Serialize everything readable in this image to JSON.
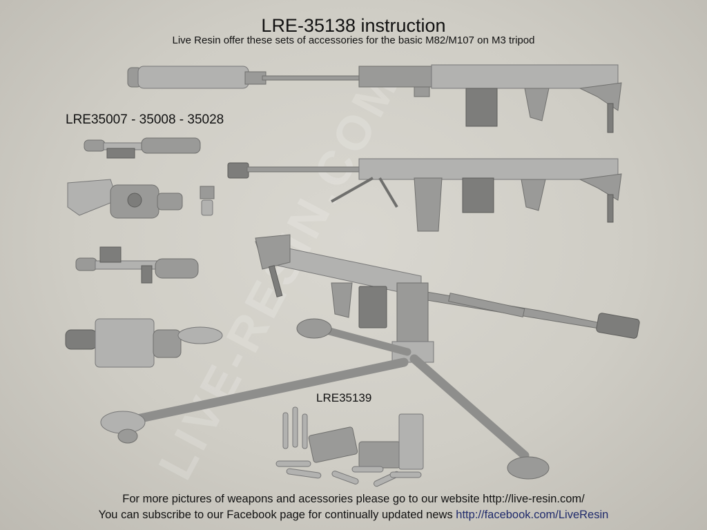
{
  "header": {
    "title": "LRE-35138 instruction",
    "subtitle": "Live Resin offer these sets of accessories for the basic M82/M107 on M3 tripod"
  },
  "labels": {
    "scope_sets": "LRE35007 - 35008 - 35028",
    "tripod_set": "LRE35139"
  },
  "watermark": "LIVE-RESIN.COM",
  "footer": {
    "line1": "For more pictures of weapons and acessories please go to our website http://live-resin.com/",
    "line2_text": "You can subscribe to our Facebook page for continually updated news ",
    "line2_link": "http://facebook.com/LiveResin"
  },
  "colors": {
    "link": "#1f2a6b",
    "background": "#cfcdc5",
    "model": "#9a9a98"
  }
}
